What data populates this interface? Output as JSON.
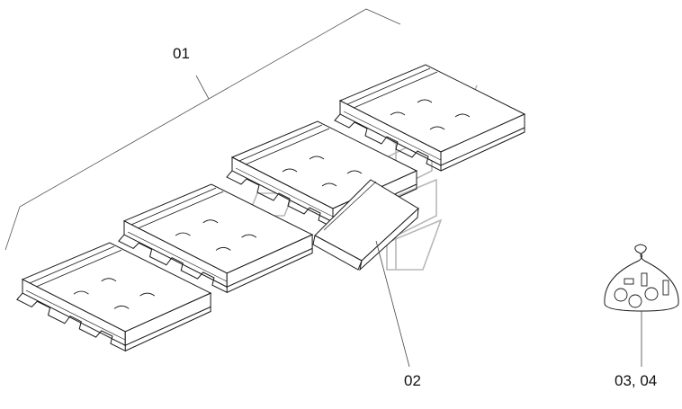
{
  "callouts": {
    "assembly": "01",
    "shoe_plate": "02",
    "hardware_kit": "03, 04"
  },
  "colors": {
    "line": "#1a1a1a",
    "watermark": "#b8b8b8",
    "background": "#ffffff"
  },
  "watermark_icon": "stylized-logo-watermark"
}
